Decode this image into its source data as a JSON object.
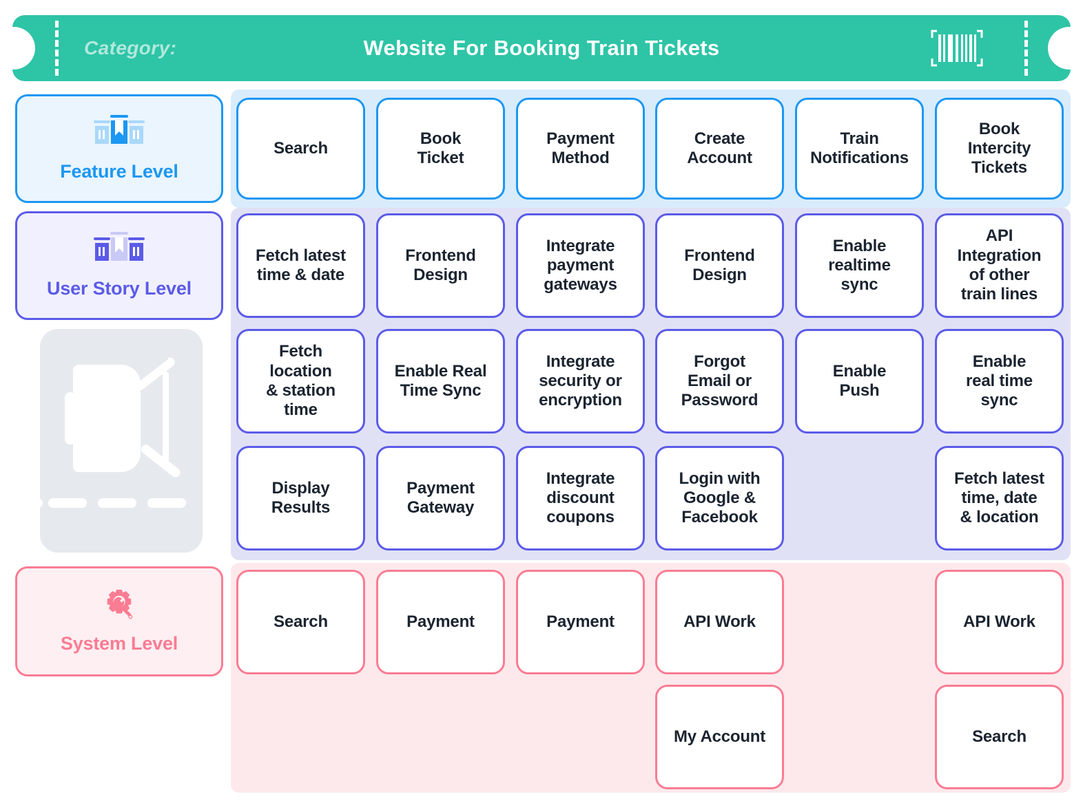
{
  "header": {
    "category_label": "Category:",
    "title": "Website For Booking Train Tickets",
    "barcode_icon": "barcode-icon",
    "brand_color": "#2EC4A6"
  },
  "levels": [
    {
      "id": "feature",
      "label": "Feature Level",
      "icon": "bookmark-list-icon",
      "color": "#1C97F2",
      "band_color": "#D8ECFC"
    },
    {
      "id": "story",
      "label": "User Story Level",
      "icon": "bookmark-list-icon",
      "color": "#5B5BE8",
      "band_color": "#E1E1F6"
    },
    {
      "id": "system",
      "label": "System Level",
      "icon": "gear-wrench-icon",
      "color": "#FA7C93",
      "band_color": "#FDE9EC"
    }
  ],
  "watermark": {
    "icon": "train-front-icon",
    "color": "#E6EAEE"
  },
  "grid": {
    "columns": 6,
    "feature_rows": [
      [
        "Search",
        "Book\nTicket",
        "Payment\nMethod",
        "Create\nAccount",
        "Train\nNotifications",
        "Book\nIntercity\nTickets"
      ]
    ],
    "story_rows": [
      [
        "Fetch latest\ntime & date",
        "Frontend\nDesign",
        "Integrate\npayment\ngateways",
        "Frontend\nDesign",
        "Enable\nrealtime\nsync",
        "API\nIntegration\nof other\ntrain lines"
      ],
      [
        "Fetch\nlocation\n& station\ntime",
        "Enable Real\nTime Sync",
        "Integrate\nsecurity or\nencryption",
        "Forgot\nEmail or\nPassword",
        "Enable\nPush",
        "Enable\nreal time\nsync"
      ],
      [
        "Display\nResults",
        "Payment\nGateway",
        "Integrate\ndiscount\ncoupons",
        "Login with\nGoogle &\nFacebook",
        "",
        "Fetch latest\ntime, date\n& location"
      ]
    ],
    "system_rows": [
      [
        "Search",
        "Payment",
        "Payment",
        "API Work",
        "",
        "API Work"
      ],
      [
        "",
        "",
        "",
        "My Account",
        "",
        "Search"
      ]
    ]
  }
}
